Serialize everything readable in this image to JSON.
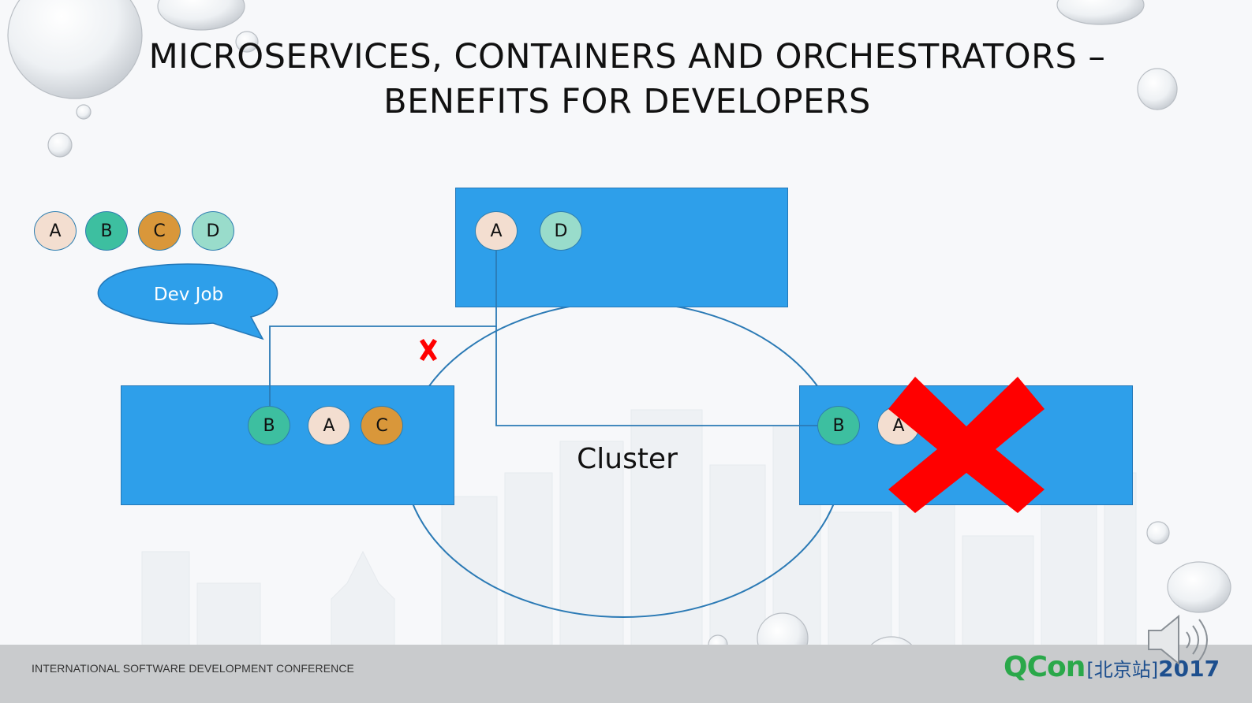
{
  "title": {
    "line1": "MICROSERVICES, CONTAINERS AND ORCHESTRATORS –",
    "line2": "BENEFITS FOR DEVELOPERS"
  },
  "legend": [
    {
      "label": "A",
      "color": "#f3ded0"
    },
    {
      "label": "B",
      "color": "#3dbfa0"
    },
    {
      "label": "C",
      "color": "#d9973a"
    },
    {
      "label": "D",
      "color": "#99dccb"
    }
  ],
  "callout": {
    "text": "Dev Job",
    "color": "#2e9fea"
  },
  "cluster": {
    "label": "Cluster"
  },
  "nodes": {
    "top": {
      "services": [
        "A",
        "D"
      ]
    },
    "left": {
      "services": [
        "B",
        "A",
        "C"
      ]
    },
    "right": {
      "services": [
        "B",
        "A"
      ],
      "status": "failed"
    }
  },
  "colors": {
    "node": "#2e9fea",
    "failure": "#ff0000",
    "connector": "#2b7ab5"
  },
  "footer": {
    "conference": "INTERNATIONAL SOFTWARE DEVELOPMENT CONFERENCE",
    "brand": "QCon",
    "site": "[北京站]",
    "year": "2017"
  },
  "icons": {
    "speaker": "speaker-icon",
    "failed_link": "x-mark-icon",
    "failed_node": "large-x-icon"
  }
}
